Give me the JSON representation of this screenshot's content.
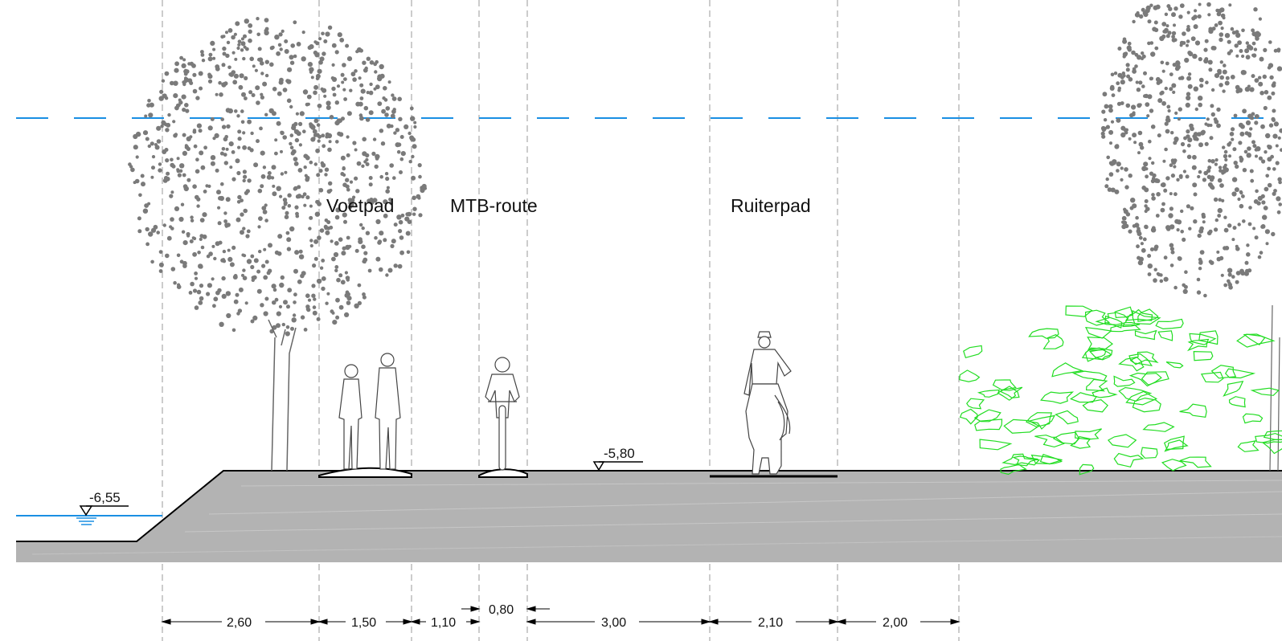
{
  "labels": {
    "voetpad": "Voetpad",
    "mtb_route": "MTB-route",
    "ruiterpad": "Ruiterpad"
  },
  "levels": {
    "water": "-6,55",
    "ground": "-5,80"
  },
  "dimensions": {
    "d1": "2,60",
    "d2": "1,50",
    "d3": "1,10",
    "d4": "0,80",
    "d5": "3,00",
    "d6": "2,10",
    "d7": "2,00"
  },
  "colors": {
    "water_line": "#1a8fe3",
    "ground_fill": "#b3b3b3",
    "tree_dots": "#7a7a7a",
    "shrub_outline": "#22dd22",
    "guide_lines": "#9a9a9a"
  },
  "icons": [
    "tree",
    "pedestrian",
    "cyclist",
    "horse-rider",
    "shrub",
    "level-marker"
  ]
}
